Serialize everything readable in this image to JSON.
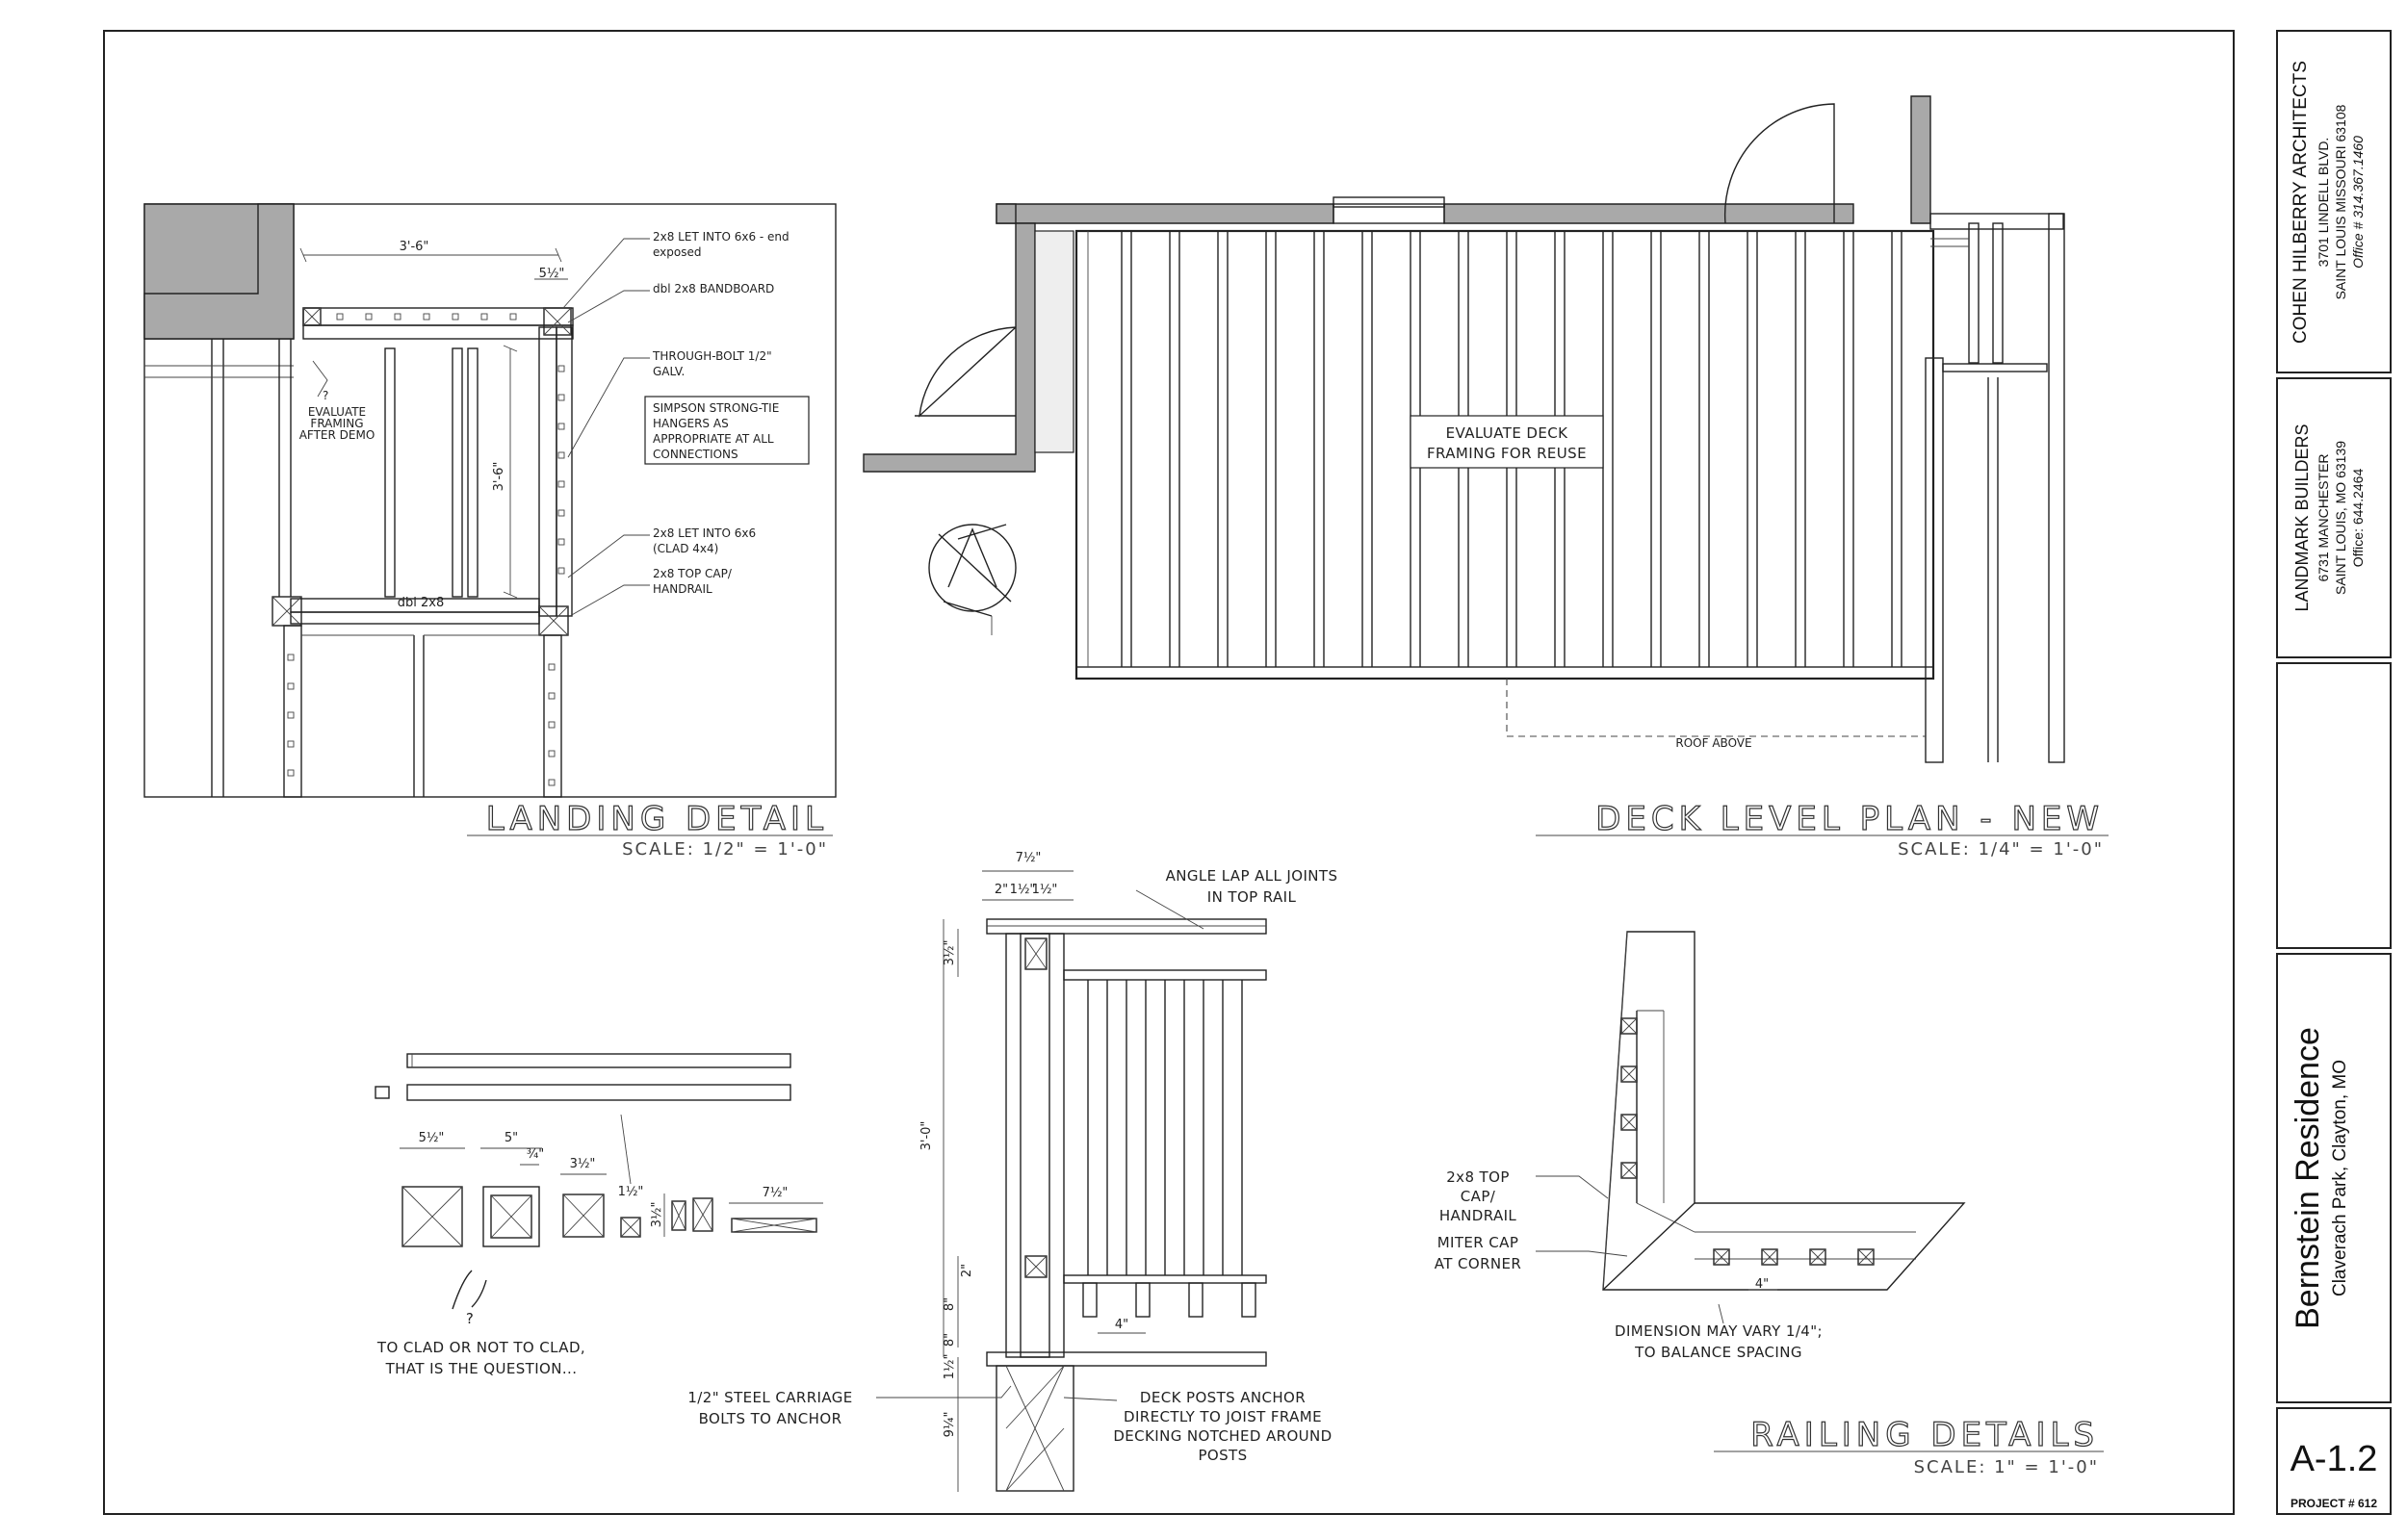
{
  "landing_detail": {
    "title": "LANDING DETAIL",
    "scale": "SCALE: 1/2\" = 1'-0\"",
    "dims": {
      "width": "3'-6\"",
      "depth": "3'-6\"",
      "post": "5½\""
    },
    "center_label": "dbl 2x8",
    "evaluate_note": [
      "EVALUATE",
      "FRAMING",
      "AFTER DEMO"
    ],
    "notes": [
      [
        "2x8 LET INTO 6x6 - end",
        "exposed"
      ],
      [
        "dbl 2x8 BANDBOARD"
      ],
      [
        "THROUGH-BOLT 1/2\"",
        "GALV."
      ],
      [
        "2x8 LET INTO 6x6",
        "(CLAD 4x4)"
      ],
      [
        "2x8 TOP CAP/",
        "HANDRAIL"
      ]
    ],
    "boxed_note": [
      "SIMPSON STRONG-TIE",
      "HANGERS AS",
      "APPROPRIATE AT ALL",
      "CONNECTIONS"
    ]
  },
  "deck_plan": {
    "title": "DECK LEVEL PLAN - NEW",
    "scale": "SCALE: 1/4\" = 1'-0\"",
    "boxed_note": [
      "EVALUATE DECK",
      "FRAMING FOR REUSE"
    ],
    "roof_label": "ROOF ABOVE"
  },
  "clad_study": {
    "dims": [
      "5½\"",
      "5\"",
      "¾\"",
      "3½\"",
      "1½\"",
      "3½\"",
      "7½\""
    ],
    "note": [
      "TO CLAD OR NOT TO CLAD,",
      "THAT IS THE QUESTION..."
    ]
  },
  "railing_details": {
    "title": "RAILING DETAILS",
    "scale": "SCALE: 1\" = 1'-0\"",
    "top_dims": [
      "7½\"",
      "2\"",
      "1½\"",
      "1½\"",
      "3½\""
    ],
    "side_dims": [
      "3'-0\"",
      "2\"",
      "8\"",
      "8\"",
      "1½\"",
      "9¼\""
    ],
    "spacing_dim": "4\"",
    "angle_note": [
      "ANGLE LAP ALL JOINTS",
      "IN TOP RAIL"
    ],
    "bolt_note": [
      "1/2\" STEEL CARRIAGE",
      "BOLTS TO ANCHOR"
    ],
    "post_note": [
      "DECK POSTS ANCHOR",
      "DIRECTLY TO JOIST FRAME",
      "DECKING NOTCHED AROUND",
      "POSTS"
    ],
    "cap_notes": [
      [
        "2x8 TOP",
        "CAP/",
        "HANDRAIL"
      ],
      [
        "MITER CAP",
        "AT CORNER"
      ]
    ],
    "corner_dim": "4\"",
    "dim_note": [
      "DIMENSION MAY VARY 1/4\";",
      "TO BALANCE SPACING"
    ]
  },
  "title_block": {
    "architect": [
      "COHEN  HILBERRY  ARCHITECTS",
      "3701 LINDELL BLVD.",
      "SAINT LOUIS  MISSOURI  63108",
      "Office # 314.367.1460"
    ],
    "builder": [
      "LANDMARK BUILDERS",
      "6731 MANCHESTER",
      "SAINT LOUIS, MO 63139",
      "Office: 644.2464"
    ],
    "project_name": "Bernstein Residence",
    "project_location": "Claverach Park, Clayton, MO",
    "sheet": "A-1.2",
    "project_number": "PROJECT # 612"
  }
}
